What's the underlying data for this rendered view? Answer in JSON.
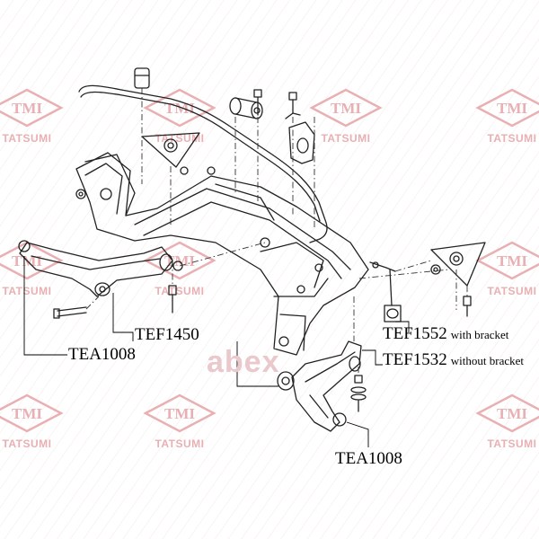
{
  "watermark": {
    "logo_text": "TMI",
    "brand_text": "TATSUMI",
    "color": "#e9b0b3",
    "center_text": "abex"
  },
  "callouts": {
    "tea1008_left": "TEA1008",
    "tef1450": "TEF1450",
    "tef1552_code": "TEF1552",
    "tef1552_note": "with bracket",
    "tef1532_code": "TEF1532",
    "tef1532_note": "without bracket",
    "tea1008_right": "TEA1008"
  }
}
